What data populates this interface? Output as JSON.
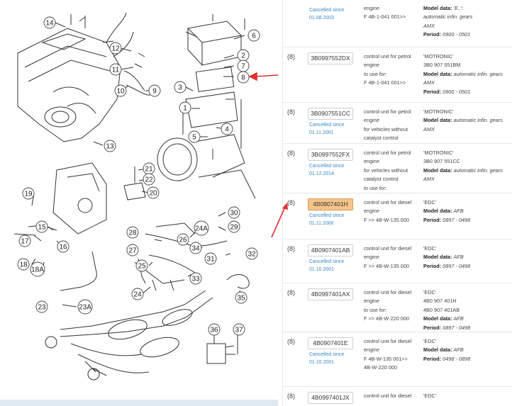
{
  "diagram": {
    "callouts": [
      "1",
      "2",
      "3",
      "4",
      "5",
      "6",
      "7",
      "8",
      "9",
      "10",
      "11",
      "12",
      "13",
      "14",
      "15",
      "16",
      "17",
      "18",
      "18A",
      "19",
      "20",
      "21",
      "22",
      "23",
      "23A",
      "24",
      "24A",
      "25",
      "26",
      "27",
      "28",
      "29",
      "30",
      "31",
      "32",
      "33",
      "34",
      "35",
      "36",
      "37"
    ],
    "arrow_color": "#e03030",
    "line_color": "#333333"
  },
  "rows": [
    {
      "qty": "",
      "part": "",
      "cancel": "Cancelled since",
      "cancel_date": "01.08.2003",
      "desc": [
        "engine",
        "F 4B-1-041 001>>"
      ],
      "info": [
        {
          "label": "Model data:",
          "value": "'E..':"
        },
        {
          "value": "automatic infin. gears"
        },
        {
          "value": "AMX"
        },
        {
          "label": "Period:",
          "value": "0900 - 0501"
        }
      ]
    },
    {
      "qty": "(8)",
      "part": "3B0997552DX",
      "cancel": "",
      "cancel_date": "",
      "desc": [
        "control unit for petrol",
        "engine",
        "to use for:",
        "F 4B-1-041 001>>"
      ],
      "info": [
        {
          "value": "'MOTRONIC'"
        },
        {
          "value": "3B0 907 551BM"
        },
        {
          "label": "Model data:",
          "value": "automatic infin. gears"
        },
        {
          "value": "AMX"
        },
        {
          "label": "Period:",
          "value": "0900 - 0501"
        }
      ]
    },
    {
      "qty": "(8)",
      "part": "3B0907551CC",
      "cancel": "Cancelled since",
      "cancel_date": "01.11.2001",
      "desc": [
        "control unit for petrol",
        "engine",
        "for vehicles without",
        "catalyst control"
      ],
      "info": [
        {
          "value": "'MOTRONIC'"
        },
        {
          "label": "Model data:",
          "value": "automatic infin. gears"
        },
        {
          "value": "AMX"
        }
      ]
    },
    {
      "qty": "(8)",
      "part": "3B0997552FX",
      "cancel": "Cancelled since",
      "cancel_date": "01.12.2014",
      "desc": [
        "control unit for petrol",
        "engine",
        "for vehicles without",
        "catalyst control",
        "to use for:"
      ],
      "info": [
        {
          "value": "'MOTRONIC'"
        },
        {
          "value": "3B0 907 551CC"
        },
        {
          "label": "Model data:",
          "value": "automatic infin. gears"
        },
        {
          "value": "AMX"
        }
      ]
    },
    {
      "qty": "(8)",
      "part": "4B0907401H",
      "highlight": true,
      "cancel": "Cancelled since",
      "cancel_date": "01.11.2000",
      "desc": [
        "control unit for diesel",
        "engine",
        "F >> 4B-W-135 000"
      ],
      "info": [
        {
          "value": "'EDC'"
        },
        {
          "label": "Model data:",
          "value": "AFB"
        },
        {
          "label": "Period:",
          "value": "0897 - 0498"
        }
      ]
    },
    {
      "qty": "(8)",
      "part": "4B0907401AB",
      "cancel": "Cancelled since",
      "cancel_date": "01.10.2001",
      "desc": [
        "control unit for diesel",
        "engine",
        "F >> 4B-W-135 000"
      ],
      "info": [
        {
          "value": "'EDC'"
        },
        {
          "label": "Model data:",
          "value": "AFB"
        },
        {
          "label": "Period:",
          "value": "0897 - 0498"
        }
      ]
    },
    {
      "qty": "(8)",
      "part": "4B0997401AX",
      "cancel": "",
      "cancel_date": "",
      "desc": [
        "control unit for diesel",
        "engine",
        "to use for:",
        "F >> 4B-W-220 000"
      ],
      "info": [
        {
          "value": "'EDC'"
        },
        {
          "value": "4B0 907 401H"
        },
        {
          "value": "4B0 907 401AB"
        },
        {
          "label": "Model data:",
          "value": "AFB"
        },
        {
          "label": "Period:",
          "value": "0897 - 0498"
        }
      ]
    },
    {
      "qty": "(8)",
      "part": "4B0907401E",
      "cancel": "Cancelled since",
      "cancel_date": "01.10.2001",
      "desc": [
        "control unit for diesel",
        "engine",
        "F 4B-W-135 001>>",
        "4B-W-220 000"
      ],
      "info": [
        {
          "value": "'EDC'"
        },
        {
          "label": "Model data:",
          "value": "AFB"
        },
        {
          "label": "Period:",
          "value": "0498 - 0898"
        }
      ]
    },
    {
      "qty": "(8)",
      "part": "4B0997401JX",
      "cancel": "",
      "cancel_date": "",
      "desc": [
        "control unit for diesel"
      ],
      "info": [
        {
          "value": "'EDC'"
        }
      ]
    }
  ]
}
